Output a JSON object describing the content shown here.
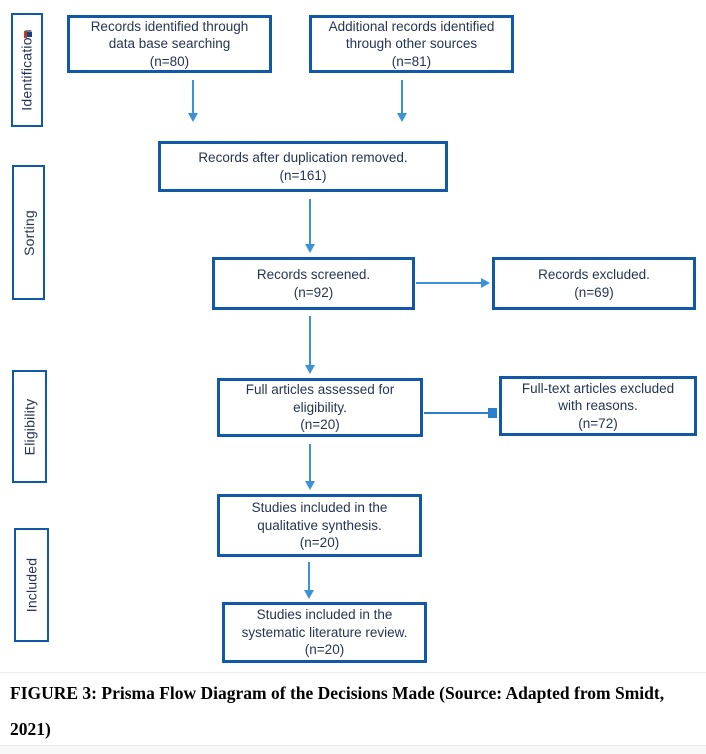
{
  "figure": {
    "stages": {
      "identification": "Identification",
      "sorting": "Sorting",
      "eligibility": "Eligibility",
      "included": "Included"
    },
    "nodes": {
      "db_search": "Records identified through\ndata base searching\n(n=80)",
      "other_sources": "Additional records identified\nthrough other sources\n(n=81)",
      "after_duplication": "Records after duplication removed.\n(n=161)",
      "screened": "Records screened.\n(n=92)",
      "excluded": "Records excluded.\n(n=69)",
      "full_articles": "Full articles assessed for\neligibility.\n(n=20)",
      "fulltext_excluded": "Full-text articles excluded\nwith reasons.\n(n=72)",
      "qualitative_synthesis": "Studies included in the\nqualitative synthesis.\n(n=20)",
      "systematic_review": "Studies included in the\nsystematic literature review.\n(n=20)"
    },
    "counts": {
      "db_search": 80,
      "other_sources": 81,
      "after_duplication": 161,
      "screened": 92,
      "excluded": 69,
      "full_articles": 20,
      "fulltext_excluded": 72,
      "qualitative_synthesis": 20,
      "systematic_review": 20
    },
    "colors": {
      "box_border": "#1159a6",
      "box_text": "#253554",
      "arrow": "#3d92d6",
      "arrow_dark": "#2b7fca"
    }
  },
  "caption": "FIGURE 3: Prisma Flow Diagram of the Decisions Made (Source: Adapted from Smidt,\n2021)"
}
